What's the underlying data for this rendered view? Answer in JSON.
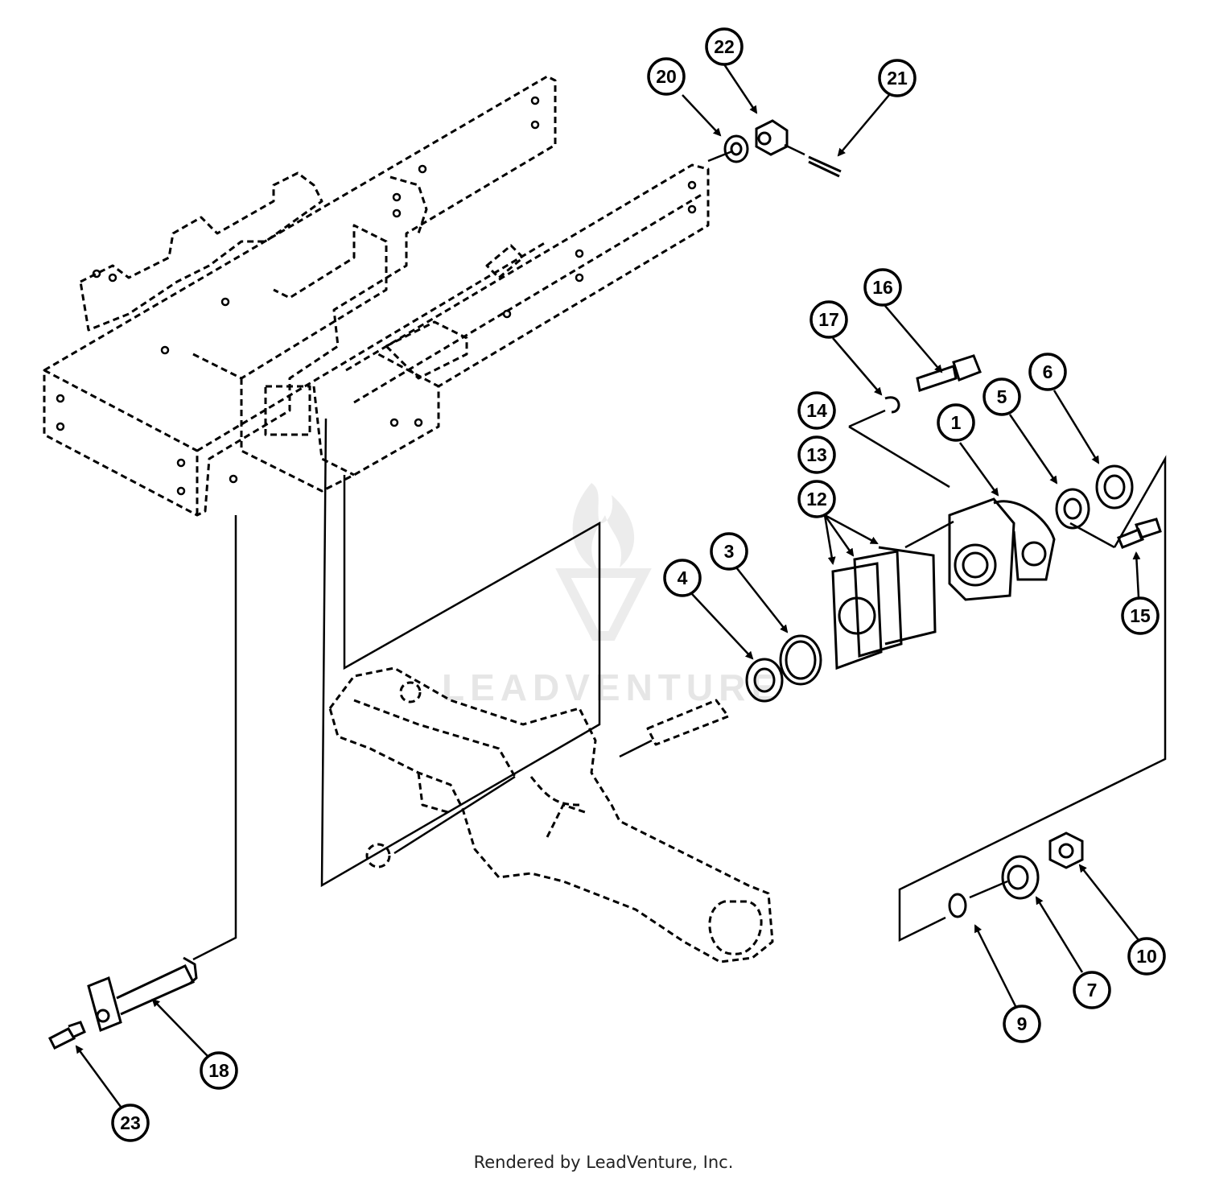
{
  "watermark": {
    "text": "LEADVENTURE"
  },
  "footer": {
    "text": "Rendered by LeadVenture, Inc."
  },
  "callouts": [
    {
      "id": "1",
      "label": "1"
    },
    {
      "id": "3",
      "label": "3"
    },
    {
      "id": "4",
      "label": "4"
    },
    {
      "id": "5",
      "label": "5"
    },
    {
      "id": "6",
      "label": "6"
    },
    {
      "id": "7",
      "label": "7"
    },
    {
      "id": "9",
      "label": "9"
    },
    {
      "id": "10",
      "label": "10"
    },
    {
      "id": "12",
      "label": "12"
    },
    {
      "id": "13",
      "label": "13"
    },
    {
      "id": "14",
      "label": "14"
    },
    {
      "id": "15",
      "label": "15"
    },
    {
      "id": "16",
      "label": "16"
    },
    {
      "id": "17",
      "label": "17"
    },
    {
      "id": "18",
      "label": "18"
    },
    {
      "id": "20",
      "label": "20"
    },
    {
      "id": "21",
      "label": "21"
    },
    {
      "id": "22",
      "label": "22"
    },
    {
      "id": "23",
      "label": "23"
    }
  ]
}
